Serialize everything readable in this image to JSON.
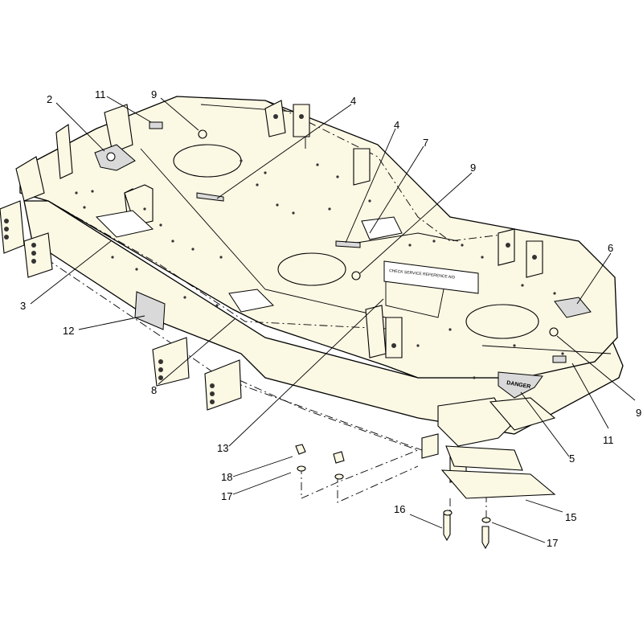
{
  "callouts": [
    {
      "id": "c2",
      "text": "2"
    },
    {
      "id": "c11a",
      "text": "11"
    },
    {
      "id": "c9a",
      "text": "9"
    },
    {
      "id": "c4a",
      "text": "4"
    },
    {
      "id": "c4b",
      "text": "4"
    },
    {
      "id": "c7",
      "text": "7"
    },
    {
      "id": "c9b",
      "text": "9"
    },
    {
      "id": "c6",
      "text": "6"
    },
    {
      "id": "c3",
      "text": "3"
    },
    {
      "id": "c12",
      "text": "12"
    },
    {
      "id": "c8",
      "text": "8"
    },
    {
      "id": "c13",
      "text": "13"
    },
    {
      "id": "c9c",
      "text": "9"
    },
    {
      "id": "c11b",
      "text": "11"
    },
    {
      "id": "c5",
      "text": "5"
    },
    {
      "id": "c18",
      "text": "18"
    },
    {
      "id": "c17a",
      "text": "17"
    },
    {
      "id": "c16",
      "text": "16"
    },
    {
      "id": "c15",
      "text": "15"
    },
    {
      "id": "c17b",
      "text": "17"
    }
  ],
  "decals": {
    "danger": "DANGER",
    "service": "CHECK SERVICE REFERENCE AID"
  }
}
